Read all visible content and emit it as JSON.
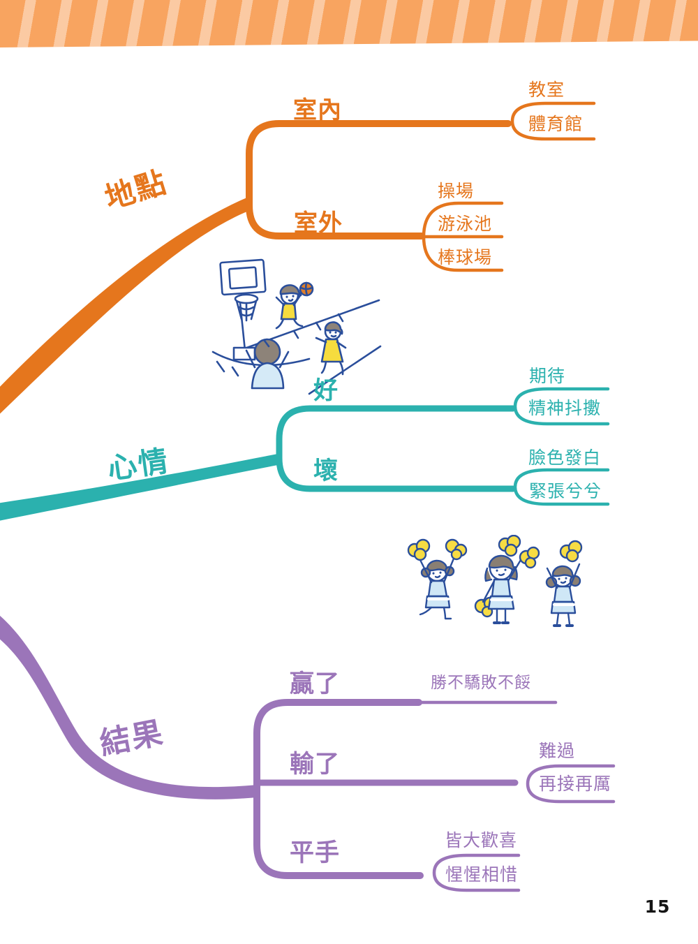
{
  "page": {
    "number": "15"
  },
  "colors": {
    "orange": "#E5761D",
    "teal": "#2BB1AE",
    "purple": "#9B75B9",
    "banner_orange": "#F8A460",
    "illustration_outline": "#2A4E9B",
    "illustration_yellow": "#F6DC3E",
    "illustration_light_blue": "#D5EAF7",
    "basketball_orange": "#DD7E2C"
  },
  "mindmap": {
    "branches": [
      {
        "id": "location",
        "label": "地點",
        "color": "#E5761D",
        "children": [
          {
            "label": "室內",
            "children": [
              {
                "label": "教室"
              },
              {
                "label": "體育館"
              }
            ]
          },
          {
            "label": "室外",
            "children": [
              {
                "label": "操場"
              },
              {
                "label": "游泳池"
              },
              {
                "label": "棒球場"
              }
            ]
          }
        ]
      },
      {
        "id": "mood",
        "label": "心情",
        "color": "#2BB1AE",
        "children": [
          {
            "label": "好",
            "children": [
              {
                "label": "期待"
              },
              {
                "label": "精神抖擻"
              }
            ]
          },
          {
            "label": "壞",
            "children": [
              {
                "label": "臉色發白"
              },
              {
                "label": "緊張兮兮"
              }
            ]
          }
        ]
      },
      {
        "id": "result",
        "label": "結果",
        "color": "#9B75B9",
        "children": [
          {
            "label": "贏了",
            "children": [
              {
                "label": "勝不驕敗不餒"
              }
            ]
          },
          {
            "label": "輸了",
            "children": [
              {
                "label": "難過"
              },
              {
                "label": "再接再厲"
              }
            ]
          },
          {
            "label": "平手",
            "children": [
              {
                "label": "皆大歡喜"
              },
              {
                "label": "惺惺相惜"
              }
            ]
          }
        ]
      }
    ]
  },
  "illustrations": {
    "basketball": "basketball-game-illustration",
    "cheerleaders": "cheerleaders-illustration"
  }
}
